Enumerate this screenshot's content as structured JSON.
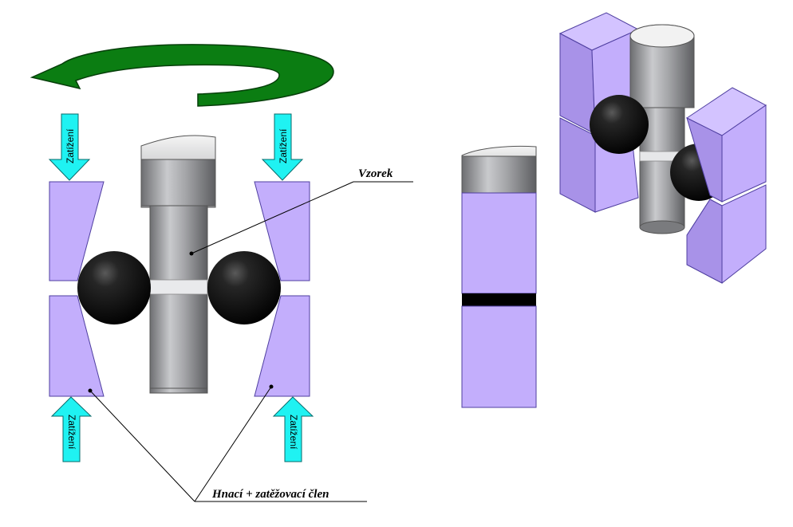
{
  "labels": {
    "sample": "Vzorek",
    "drive_member": "Hnací + zatěžovací člen",
    "load": "Zatížení"
  },
  "colors": {
    "block_fill": "#c3aefc",
    "block_shade": "#a892e8",
    "block_stroke": "#4f3fa0",
    "load_arrow": "#1ff2f2",
    "rotation_arrow": "#0b7d12",
    "ball": "#101010",
    "specimen": "#a9aaad"
  },
  "icons": {
    "rotation": "curved-rotation-arrow-icon",
    "load": "load-arrow-icon"
  }
}
